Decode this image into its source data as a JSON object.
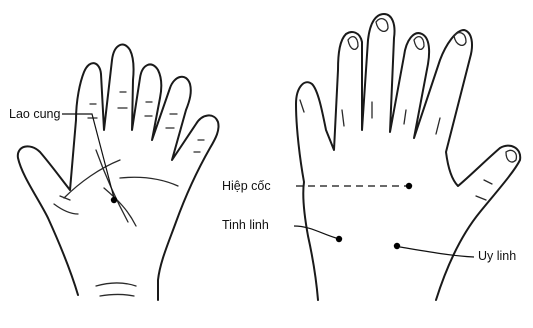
{
  "figure": {
    "left_hand": {
      "view": "palm"
    },
    "right_hand": {
      "view": "back"
    }
  },
  "labels": {
    "lao_cung": "Lao cung",
    "hiep_coc": "Hiệp cốc",
    "tinh_linh": "Tinh linh",
    "uy_linh": "Uy linh"
  }
}
